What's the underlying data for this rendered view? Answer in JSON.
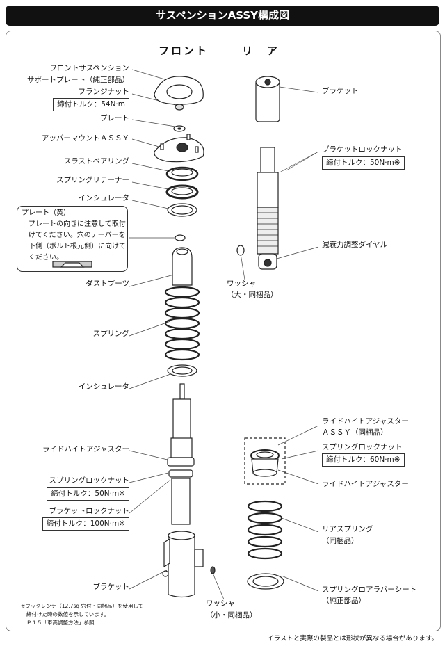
{
  "title": "サスペンションASSY構成図",
  "front": {
    "heading": "フロント",
    "support_plate": [
      "フロントサスペンション",
      "サポートプレート（純正部品）"
    ],
    "flange_nut": "フランジナット",
    "flange_nut_torque": "締付トルク：54N·m",
    "plate": "プレート",
    "upper_mount": "アッパーマウントＡＳＳＹ",
    "thrust_bearing": "スラストベアリング",
    "spring_retainer": "スプリングリテーナー",
    "insulator_top": "インシュレータ",
    "note": {
      "title": "プレート（黄）",
      "lines": [
        "プレートの向きに注意して取付",
        "けてください。穴のテーパーを",
        "下側（ボルト根元側）に向けて",
        "ください。"
      ]
    },
    "dust_boot": "ダストブーツ",
    "spring": "スプリング",
    "insulator_bottom": "インシュレータ",
    "ride_height_adjuster": "ライドハイトアジャスター",
    "spring_lock_nut": "スプリングロックナット",
    "spring_lock_nut_torque": "締付トルク：50N·m※",
    "bracket_lock_nut": "ブラケットロックナット",
    "bracket_lock_nut_torque": "締付トルク：100N·m※",
    "bracket": "ブラケット",
    "washer": [
      "ワッシャ",
      "（小・同梱品）"
    ],
    "footnote": [
      "※フックレンチ（12.7sq 穴付・同梱品）を使用して",
      "締付けた時の数値を示しています。",
      "Ｐ１５「車高調整方法」参照"
    ]
  },
  "rear": {
    "heading": "リ　ア",
    "bracket": "ブラケット",
    "bracket_lock_nut": "ブラケットロックナット",
    "bracket_lock_nut_torque": "締付トルク：50N·m※",
    "damping_dial": "減衰力調整ダイヤル",
    "washer": [
      "ワッシャ",
      "（大・同梱品）"
    ],
    "ride_height_assy": [
      "ライドハイトアジャスター",
      "ＡＳＳＹ（同梱品）"
    ],
    "spring_lock_nut": "スプリングロックナット",
    "spring_lock_nut_torque": "締付トルク：60N·m※",
    "ride_height_adjuster": "ライドハイトアジャスター",
    "rear_spring": [
      "リアスプリング",
      "（同梱品）"
    ],
    "lower_rubber_seat": [
      "スプリングロアラバーシート",
      "（純正部品）"
    ]
  },
  "disclaimer": "イラストと実際の製品とは形状が異なる場合があります。"
}
